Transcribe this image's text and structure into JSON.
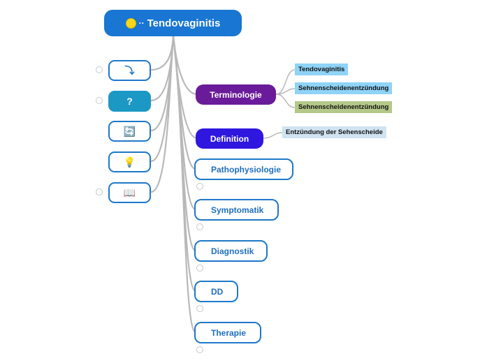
{
  "root": {
    "label": "Tendovaginitis",
    "prefix": "··"
  },
  "left_icons": [
    {
      "name": "arrow-down-icon",
      "glyph": "⤵"
    },
    {
      "name": "question-icon",
      "glyph": "?"
    },
    {
      "name": "refresh-icon",
      "glyph": "🔄"
    },
    {
      "name": "lightbulb-icon",
      "glyph": "💡"
    },
    {
      "name": "book-icon",
      "glyph": "📖"
    }
  ],
  "terminology": {
    "label": "Terminologie",
    "leaves": [
      "Tendovaginitis",
      "Sehnenscheidenentzündung",
      "Sehnenscheidenentzündung"
    ]
  },
  "definition": {
    "label": "Definition",
    "leaf": "Entzündung der Sehenscheide"
  },
  "topics": [
    "Pathophysiologie",
    "Symptomatik",
    "Diagnostik",
    "DD",
    "Therapie"
  ],
  "colors": {
    "root": "#1976d2",
    "terminology": "#6a1b9a",
    "definition": "#2f17e0",
    "leaf_blue": "#8fd3f7",
    "leaf_green": "#b4c889",
    "leaf_lightblue": "#cfe3f1",
    "connector": "#b8b8b8"
  }
}
